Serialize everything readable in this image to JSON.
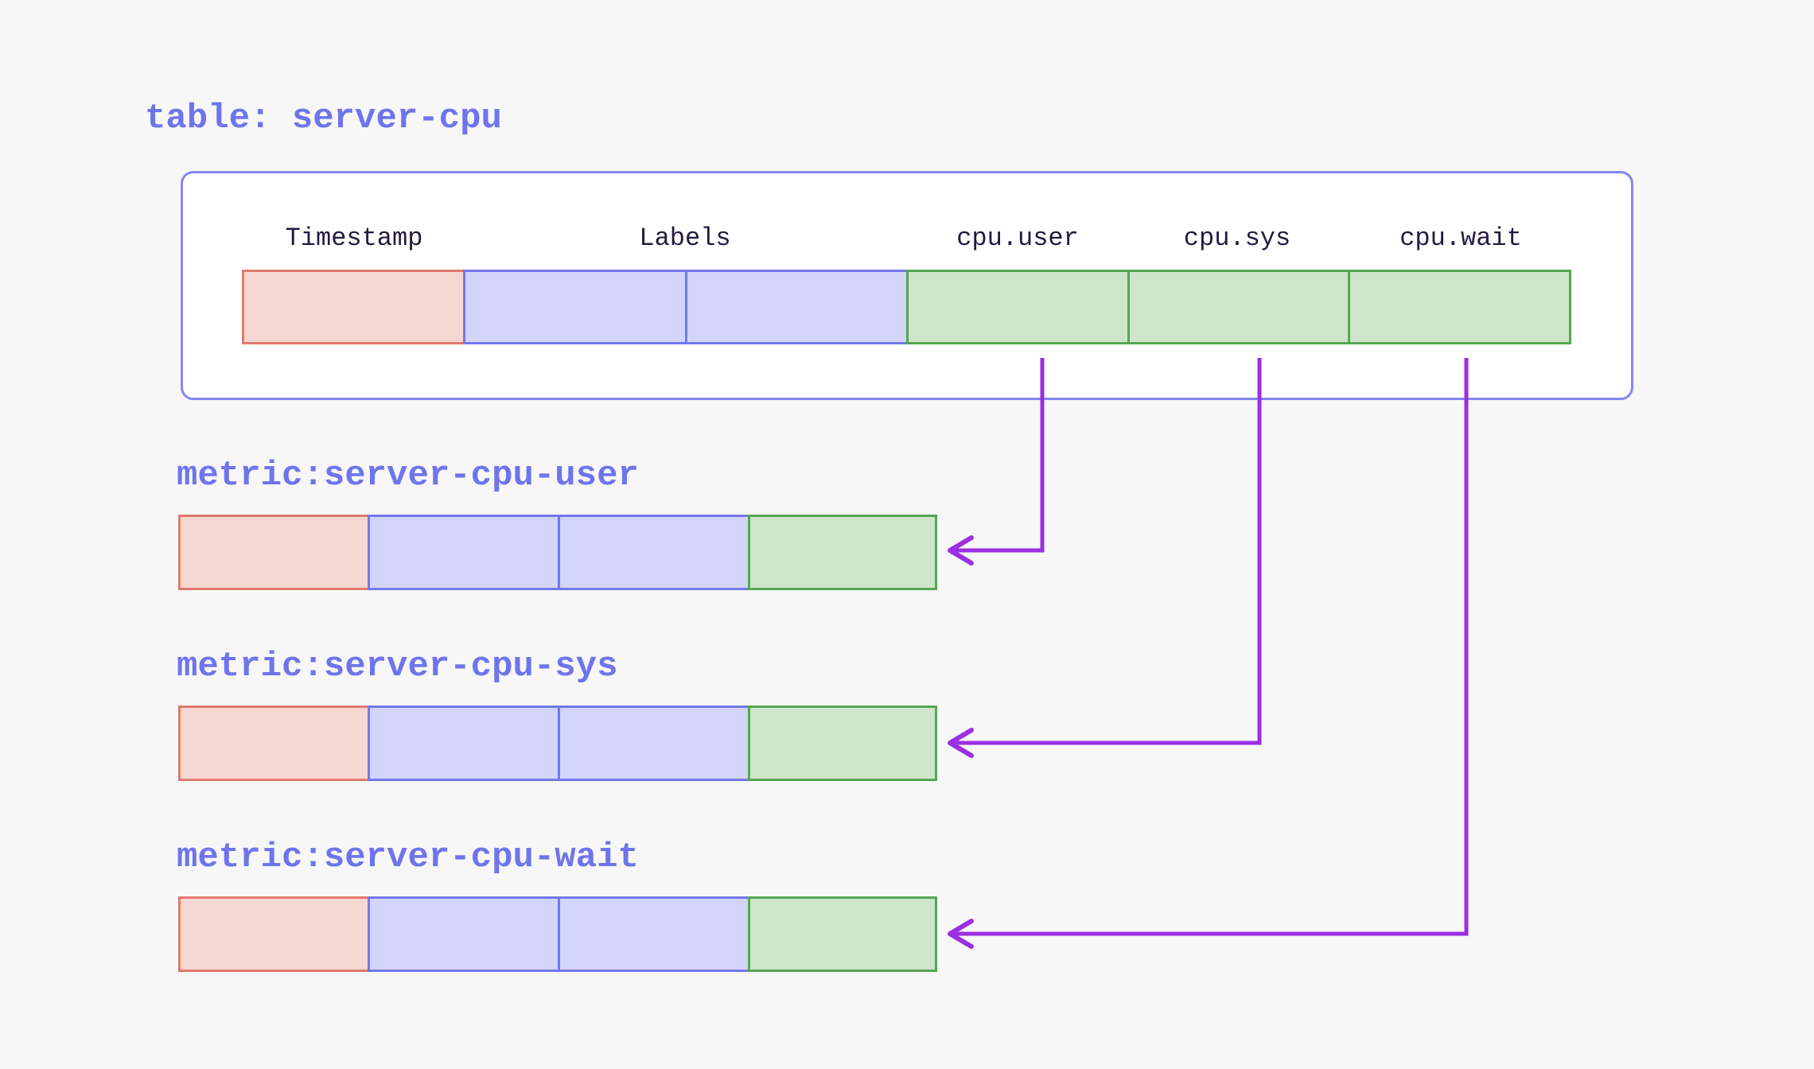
{
  "page": {
    "background": "#f7f7f7"
  },
  "colors": {
    "page_bg": "#f7f7f7",
    "title_text": "#6f74ed",
    "header_text": "#241a3e",
    "box_border": "#8487f1",
    "box_fill": "#ffffff",
    "timestamp_fill": "#f7d7d2",
    "timestamp_border": "#e0796f",
    "labels_fill": "#d2d4f9",
    "labels_border": "#7477ea",
    "value_fill": "#cfe5ca",
    "value_border": "#56a651",
    "arrow": "#9a2fe3"
  },
  "table": {
    "title": "table: server-cpu",
    "columns": [
      {
        "label": "Timestamp",
        "type": "timestamp",
        "cell_count": 1
      },
      {
        "label": "Labels",
        "type": "labels",
        "cell_count": 2
      },
      {
        "label": "cpu.user",
        "type": "value",
        "cell_count": 1
      },
      {
        "label": "cpu.sys",
        "type": "value",
        "cell_count": 1
      },
      {
        "label": "cpu.wait",
        "type": "value",
        "cell_count": 1
      }
    ],
    "row_cells": [
      "timestamp",
      "labels",
      "labels",
      "value",
      "value",
      "value"
    ]
  },
  "metrics": [
    {
      "title": "metric:server-cpu-user",
      "source_column": "cpu.user",
      "row_cells": [
        "timestamp",
        "labels",
        "labels",
        "value"
      ]
    },
    {
      "title": "metric:server-cpu-sys",
      "source_column": "cpu.sys",
      "row_cells": [
        "timestamp",
        "labels",
        "labels",
        "value"
      ]
    },
    {
      "title": "metric:server-cpu-wait",
      "source_column": "cpu.wait",
      "row_cells": [
        "timestamp",
        "labels",
        "labels",
        "value"
      ]
    }
  ]
}
